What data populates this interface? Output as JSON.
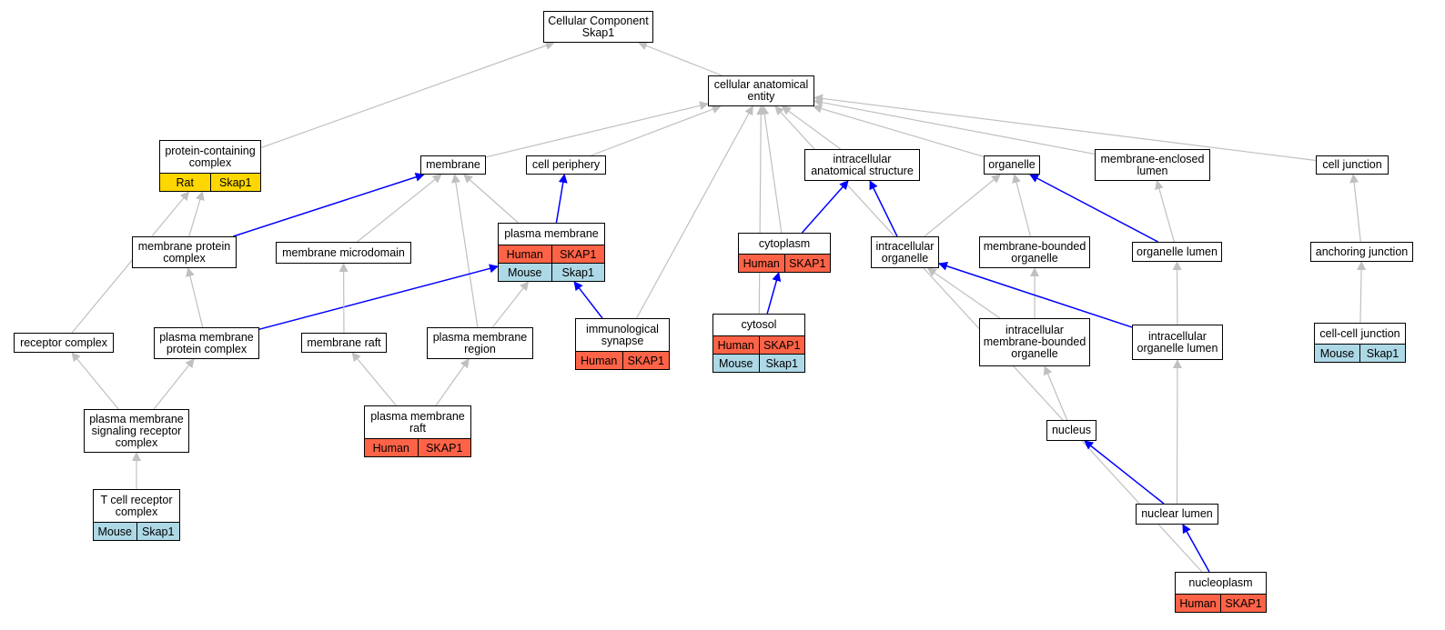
{
  "colors": {
    "gray_edge": "#c0c0c0",
    "blue_edge": "#0000ff",
    "human": "#FF6347",
    "mouse": "#ADD8E6",
    "rat": "#FFD700"
  },
  "nodes": {
    "root": {
      "label": "Cellular Component\nSkap1",
      "annotations": []
    },
    "cae": {
      "label": "cellular anatomical\nentity",
      "annotations": []
    },
    "pcc": {
      "label": "protein-containing\ncomplex",
      "annotations": [
        {
          "species": "Rat",
          "gene": "Skap1"
        }
      ]
    },
    "membrane": {
      "label": "membrane",
      "annotations": []
    },
    "cellperiph": {
      "label": "cell periphery",
      "annotations": []
    },
    "ias": {
      "label": "intracellular\nanatomical structure",
      "annotations": []
    },
    "organelle": {
      "label": "organelle",
      "annotations": []
    },
    "mel": {
      "label": "membrane-enclosed\nlumen",
      "annotations": []
    },
    "celljunction": {
      "label": "cell junction",
      "annotations": []
    },
    "pm": {
      "label": "plasma membrane",
      "annotations": [
        {
          "species": "Human",
          "gene": "SKAP1"
        },
        {
          "species": "Mouse",
          "gene": "Skap1"
        }
      ]
    },
    "mpc": {
      "label": "membrane protein\ncomplex",
      "annotations": []
    },
    "mmd": {
      "label": "membrane microdomain",
      "annotations": []
    },
    "cytoplasm": {
      "label": "cytoplasm",
      "annotations": [
        {
          "species": "Human",
          "gene": "SKAP1"
        }
      ]
    },
    "io": {
      "label": "intracellular\norganelle",
      "annotations": []
    },
    "mbo": {
      "label": "membrane-bounded\norganelle",
      "annotations": []
    },
    "ol": {
      "label": "organelle lumen",
      "annotations": []
    },
    "aj": {
      "label": "anchoring junction",
      "annotations": []
    },
    "rc": {
      "label": "receptor complex",
      "annotations": []
    },
    "pmpc": {
      "label": "plasma membrane\nprotein complex",
      "annotations": []
    },
    "mraft": {
      "label": "membrane raft",
      "annotations": []
    },
    "pmr": {
      "label": "plasma membrane\nregion",
      "annotations": []
    },
    "is": {
      "label": "immunological\nsynapse",
      "annotations": [
        {
          "species": "Human",
          "gene": "SKAP1"
        }
      ]
    },
    "cytosol": {
      "label": "cytosol",
      "annotations": [
        {
          "species": "Human",
          "gene": "SKAP1"
        },
        {
          "species": "Mouse",
          "gene": "Skap1"
        }
      ]
    },
    "imbo": {
      "label": "intracellular\nmembrane-bounded\norganelle",
      "annotations": []
    },
    "iol": {
      "label": "intracellular\norganelle lumen",
      "annotations": []
    },
    "ccj": {
      "label": "cell-cell junction",
      "annotations": [
        {
          "species": "Mouse",
          "gene": "Skap1"
        }
      ]
    },
    "pmsrc": {
      "label": "plasma membrane\nsignaling receptor\ncomplex",
      "annotations": []
    },
    "pmraft": {
      "label": "plasma membrane\nraft",
      "annotations": [
        {
          "species": "Human",
          "gene": "SKAP1"
        }
      ]
    },
    "nucleus": {
      "label": "nucleus",
      "annotations": []
    },
    "tcr": {
      "label": "T cell receptor\ncomplex",
      "annotations": [
        {
          "species": "Mouse",
          "gene": "Skap1"
        }
      ]
    },
    "nlumen": {
      "label": "nuclear lumen",
      "annotations": []
    },
    "nucleoplasm": {
      "label": "nucleoplasm",
      "annotations": [
        {
          "species": "Human",
          "gene": "SKAP1"
        }
      ]
    }
  },
  "edges": [
    {
      "from": "cae",
      "to": "root",
      "type": "gray"
    },
    {
      "from": "pcc",
      "to": "root",
      "type": "gray"
    },
    {
      "from": "membrane",
      "to": "cae",
      "type": "gray"
    },
    {
      "from": "cellperiph",
      "to": "cae",
      "type": "gray"
    },
    {
      "from": "ias",
      "to": "cae",
      "type": "gray"
    },
    {
      "from": "organelle",
      "to": "cae",
      "type": "gray"
    },
    {
      "from": "mel",
      "to": "cae",
      "type": "gray"
    },
    {
      "from": "celljunction",
      "to": "cae",
      "type": "gray"
    },
    {
      "from": "is",
      "to": "cae",
      "type": "gray"
    },
    {
      "from": "cytoplasm",
      "to": "cae",
      "type": "gray"
    },
    {
      "from": "cytosol",
      "to": "cae",
      "type": "gray"
    },
    {
      "from": "nucleoplasm",
      "to": "cae",
      "type": "gray"
    },
    {
      "from": "pm",
      "to": "cellperiph",
      "type": "blue"
    },
    {
      "from": "pm",
      "to": "membrane",
      "type": "gray"
    },
    {
      "from": "mpc",
      "to": "membrane",
      "type": "blue"
    },
    {
      "from": "mpc",
      "to": "pcc",
      "type": "gray"
    },
    {
      "from": "rc",
      "to": "pcc",
      "type": "gray"
    },
    {
      "from": "mmd",
      "to": "membrane",
      "type": "gray"
    },
    {
      "from": "pmr",
      "to": "membrane",
      "type": "gray"
    },
    {
      "from": "pmr",
      "to": "pm",
      "type": "gray"
    },
    {
      "from": "pmpc",
      "to": "mpc",
      "type": "gray"
    },
    {
      "from": "pmpc",
      "to": "pm",
      "type": "blue"
    },
    {
      "from": "is",
      "to": "pm",
      "type": "blue"
    },
    {
      "from": "mraft",
      "to": "mmd",
      "type": "gray"
    },
    {
      "from": "pmraft",
      "to": "mraft",
      "type": "gray"
    },
    {
      "from": "pmraft",
      "to": "pmr",
      "type": "gray"
    },
    {
      "from": "pmsrc",
      "to": "rc",
      "type": "gray"
    },
    {
      "from": "pmsrc",
      "to": "pmpc",
      "type": "gray"
    },
    {
      "from": "tcr",
      "to": "pmsrc",
      "type": "gray"
    },
    {
      "from": "cytoplasm",
      "to": "ias",
      "type": "blue"
    },
    {
      "from": "cytosol",
      "to": "cytoplasm",
      "type": "blue"
    },
    {
      "from": "io",
      "to": "ias",
      "type": "blue"
    },
    {
      "from": "io",
      "to": "organelle",
      "type": "gray"
    },
    {
      "from": "mbo",
      "to": "organelle",
      "type": "gray"
    },
    {
      "from": "ol",
      "to": "organelle",
      "type": "blue"
    },
    {
      "from": "ol",
      "to": "mel",
      "type": "gray"
    },
    {
      "from": "imbo",
      "to": "io",
      "type": "gray"
    },
    {
      "from": "imbo",
      "to": "mbo",
      "type": "gray"
    },
    {
      "from": "iol",
      "to": "io",
      "type": "blue"
    },
    {
      "from": "iol",
      "to": "ol",
      "type": "gray"
    },
    {
      "from": "nucleus",
      "to": "imbo",
      "type": "gray"
    },
    {
      "from": "nlumen",
      "to": "nucleus",
      "type": "blue"
    },
    {
      "from": "nlumen",
      "to": "iol",
      "type": "gray"
    },
    {
      "from": "nucleoplasm",
      "to": "nlumen",
      "type": "blue"
    },
    {
      "from": "aj",
      "to": "celljunction",
      "type": "gray"
    },
    {
      "from": "ccj",
      "to": "aj",
      "type": "gray"
    }
  ]
}
